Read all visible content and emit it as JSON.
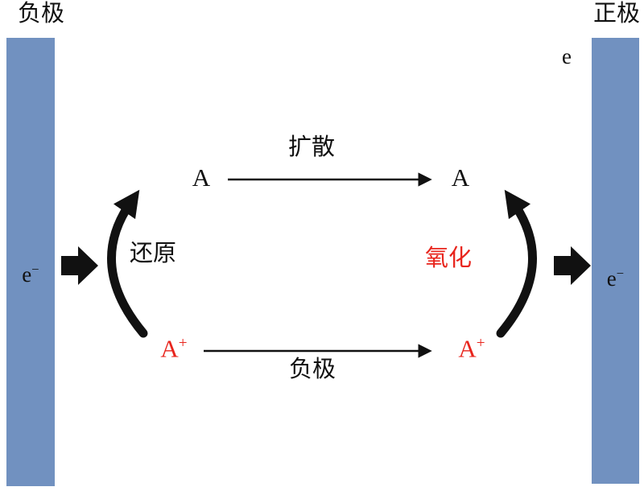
{
  "colors": {
    "electrode": "#7191c0",
    "species_red": "#e8251d",
    "ink": "#111111"
  },
  "electrodes": {
    "left_label": "负极",
    "right_label": "正极"
  },
  "electrons": {
    "left_base": "e",
    "left_sup": "−",
    "right_base": "e",
    "right_sup": "−",
    "top_right": "e"
  },
  "species": {
    "top_left": "A",
    "top_right": "A",
    "bottom_left_base": "A",
    "bottom_left_sup": "+",
    "bottom_right_base": "A",
    "bottom_right_sup": "+"
  },
  "arrows": {
    "top_label": "扩散",
    "bottom_label": "负极",
    "left_cycle_label": "还原",
    "right_cycle_label": "氧化"
  }
}
